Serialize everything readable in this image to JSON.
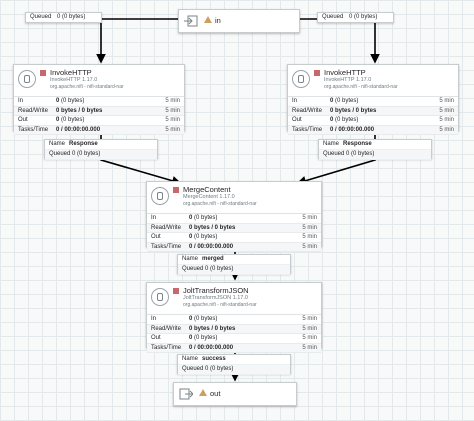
{
  "input_port": {
    "name": "in"
  },
  "output_port": {
    "name": "out"
  },
  "processors": [
    {
      "title": "InvokeHTTP",
      "type": "InvokeHTTP 1.17.0",
      "bundle": "org.apache.nifi - nifi-standard-nar",
      "stats": [
        {
          "label": "In",
          "value": "0",
          "extra": "(0 bytes)",
          "time": "5 min"
        },
        {
          "label": "Read/Write",
          "value": "0 bytes / 0 bytes",
          "extra": "",
          "time": "5 min"
        },
        {
          "label": "Out",
          "value": "0",
          "extra": "(0 bytes)",
          "time": "5 min"
        },
        {
          "label": "Tasks/Time",
          "value": "0 / 00:00:00.000",
          "extra": "",
          "time": "5 min"
        }
      ]
    },
    {
      "title": "InvokeHTTP",
      "type": "InvokeHTTP 1.17.0",
      "bundle": "org.apache.nifi - nifi-standard-nar",
      "stats": [
        {
          "label": "In",
          "value": "0",
          "extra": "(0 bytes)",
          "time": "5 min"
        },
        {
          "label": "Read/Write",
          "value": "0 bytes / 0 bytes",
          "extra": "",
          "time": "5 min"
        },
        {
          "label": "Out",
          "value": "0",
          "extra": "(0 bytes)",
          "time": "5 min"
        },
        {
          "label": "Tasks/Time",
          "value": "0 / 00:00:00.000",
          "extra": "",
          "time": "5 min"
        }
      ]
    },
    {
      "title": "MergeContent",
      "type": "MergeContent 1.17.0",
      "bundle": "org.apache.nifi - nifi-standard-nar",
      "stats": [
        {
          "label": "In",
          "value": "0",
          "extra": "(0 bytes)",
          "time": "5 min"
        },
        {
          "label": "Read/Write",
          "value": "0 bytes / 0 bytes",
          "extra": "",
          "time": "5 min"
        },
        {
          "label": "Out",
          "value": "0",
          "extra": "(0 bytes)",
          "time": "5 min"
        },
        {
          "label": "Tasks/Time",
          "value": "0 / 00:00:00.000",
          "extra": "",
          "time": "5 min"
        }
      ]
    },
    {
      "title": "JoltTransformJSON",
      "type": "JoltTransformJSON 1.17.0",
      "bundle": "org.apache.nifi - nifi-standard-nar",
      "stats": [
        {
          "label": "In",
          "value": "0",
          "extra": "(0 bytes)",
          "time": "5 min"
        },
        {
          "label": "Read/Write",
          "value": "0 bytes / 0 bytes",
          "extra": "",
          "time": "5 min"
        },
        {
          "label": "Out",
          "value": "0",
          "extra": "(0 bytes)",
          "time": "5 min"
        },
        {
          "label": "Tasks/Time",
          "value": "0 / 00:00:00.000",
          "extra": "",
          "time": "5 min"
        }
      ]
    }
  ],
  "queues": [
    {
      "queued_label": "Queued",
      "queued_value": "0 (0 bytes)"
    },
    {
      "queued_label": "Queued",
      "queued_value": "0 (0 bytes)"
    }
  ],
  "connections": [
    {
      "name_label": "Name",
      "name": "Response",
      "queued_label": "Queued",
      "queued_value": "0 (0 bytes)"
    },
    {
      "name_label": "Name",
      "name": "Response",
      "queued_label": "Queued",
      "queued_value": "0 (0 bytes)"
    },
    {
      "name_label": "Name",
      "name": "merged",
      "queued_label": "Queued",
      "queued_value": "0 (0 bytes)"
    },
    {
      "name_label": "Name",
      "name": "success",
      "queued_label": "Queued",
      "queued_value": "0 (0 bytes)"
    }
  ],
  "colors": {
    "stopped": "#c7696a",
    "warning": "#cf9f5d",
    "line": "#000000"
  }
}
